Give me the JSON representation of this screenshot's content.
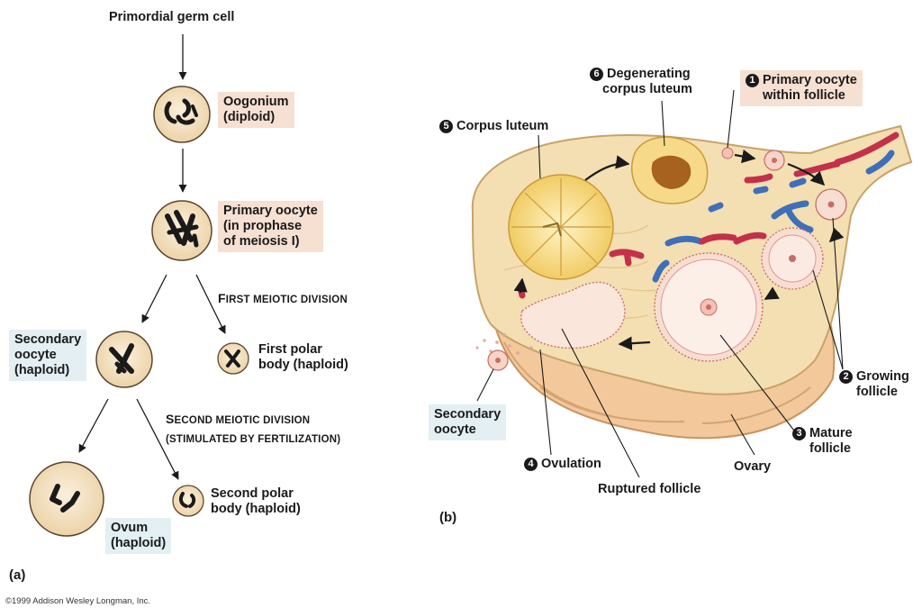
{
  "panel_a": {
    "tag": "(a)",
    "primordial": "Primordial germ cell",
    "oogonium": [
      "Oogonium",
      "(diploid)"
    ],
    "primary_oocyte": [
      "Primary oocyte",
      "(in prophase",
      "of meiosis I)"
    ],
    "first_division": {
      "cap1": "F",
      "rest1": "IRST MEIOTIC ",
      "cap2": "",
      "rest2": "DIVISION"
    },
    "secondary_oocyte": [
      "Secondary",
      "oocyte",
      "(haploid)"
    ],
    "first_polar": [
      "First polar",
      "body (haploid)"
    ],
    "second_division": {
      "cap1": "S",
      "rest1": "ECOND MEIOTIC DIVISION",
      "line2": "(STIMULATED BY FERTILIZATION)"
    },
    "ovum": [
      "Ovum",
      "(haploid)"
    ],
    "second_polar": [
      "Second polar",
      "body (haploid)"
    ]
  },
  "panel_b": {
    "tag": "(b)",
    "s1": {
      "num": "1",
      "lines": [
        "Primary oocyte",
        "within follicle"
      ]
    },
    "s2": {
      "num": "2",
      "lines": [
        "Growing",
        "follicle"
      ]
    },
    "s3": {
      "num": "3",
      "lines": [
        "Mature",
        "follicle"
      ]
    },
    "s4": {
      "num": "4",
      "lines": [
        "Ovulation"
      ]
    },
    "s5": {
      "num": "5",
      "lines": [
        "Corpus luteum"
      ]
    },
    "s6": {
      "num": "6",
      "lines": [
        "Degenerating",
        "corpus luteum"
      ]
    },
    "secondary_oocyte": [
      "Secondary",
      "oocyte"
    ],
    "ovary": "Ovary",
    "ruptured": "Ruptured follicle"
  },
  "copyright": "©1999 Addison Wesley Longman, Inc.",
  "colors": {
    "peach_box": "#f6e0d2",
    "blue_box": "#e3eff2",
    "ovary": "#f4dfb2",
    "vessel_red": "#c4304a",
    "vessel_blue": "#3f6fb8"
  }
}
